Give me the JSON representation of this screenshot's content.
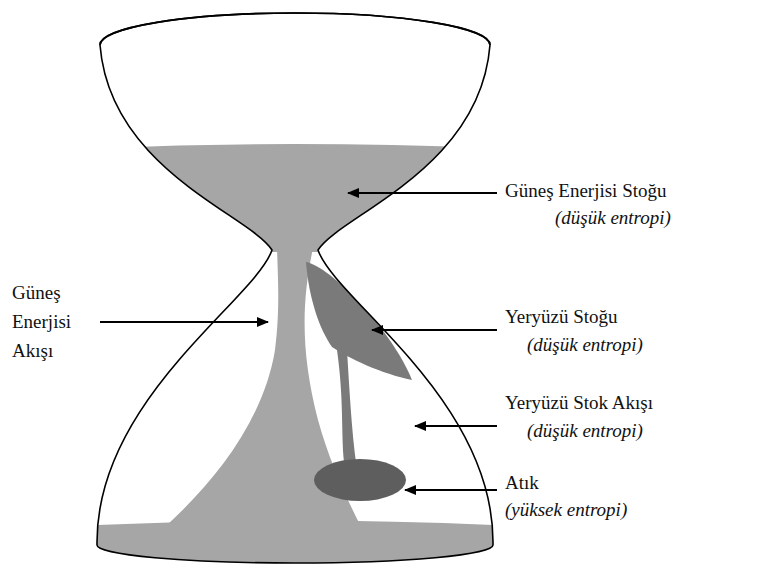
{
  "diagram": {
    "labels": [
      "Güneş Enerjisi Stoğu",
      "(düşük entropi)",
      "Güneş Enerjisi Akışı",
      "Yeryüzü Stoğu",
      "(düşük entropi)",
      "Yeryüzü Stok Akışı",
      "(düşük entropi)",
      "Atık",
      "(yüksek entropi)"
    ]
  }
}
